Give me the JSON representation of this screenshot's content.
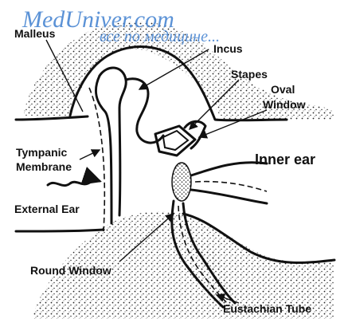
{
  "watermark": {
    "site": "MedUniver.com",
    "tagline": "все по медицине..."
  },
  "labels": {
    "malleus": "Malleus",
    "incus": "Incus",
    "stapes": "Stapes",
    "oval_window_line1": "Oval",
    "oval_window_line2": "Window",
    "inner_ear": "Inner ear",
    "tympanic_line1": "Tympanic",
    "tympanic_line2": "Membrane",
    "external_ear": "External Ear",
    "round_window": "Round Window",
    "eustachian_tube": "Eustachian Tube"
  }
}
